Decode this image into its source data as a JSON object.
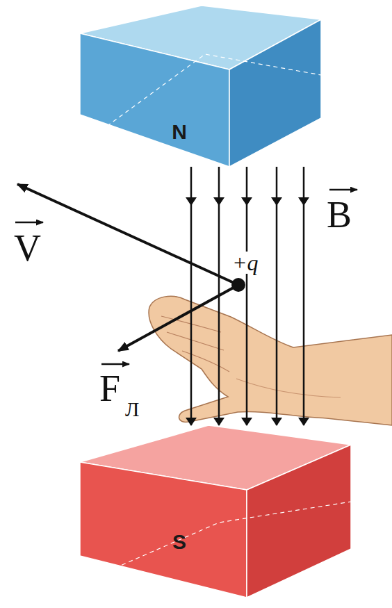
{
  "diagram": {
    "nodes": [
      {
        "text": [
          "N"
        ]
      },
      {
        "text": [
          "S"
        ]
      }
    ],
    "edges": [
      {
        "from": 0,
        "to": 1,
        "arrow": "to"
      },
      {
        "from": 0,
        "to": 1,
        "arrow": "to"
      },
      {
        "from": 0,
        "to": 1,
        "arrow": "to"
      },
      {
        "from": 0,
        "to": 1,
        "arrow": "to"
      },
      {
        "from": 0,
        "to": 1,
        "arrow": "to"
      }
    ],
    "labels": [
      "B",
      "V",
      "F",
      "Л",
      "+q"
    ]
  }
}
